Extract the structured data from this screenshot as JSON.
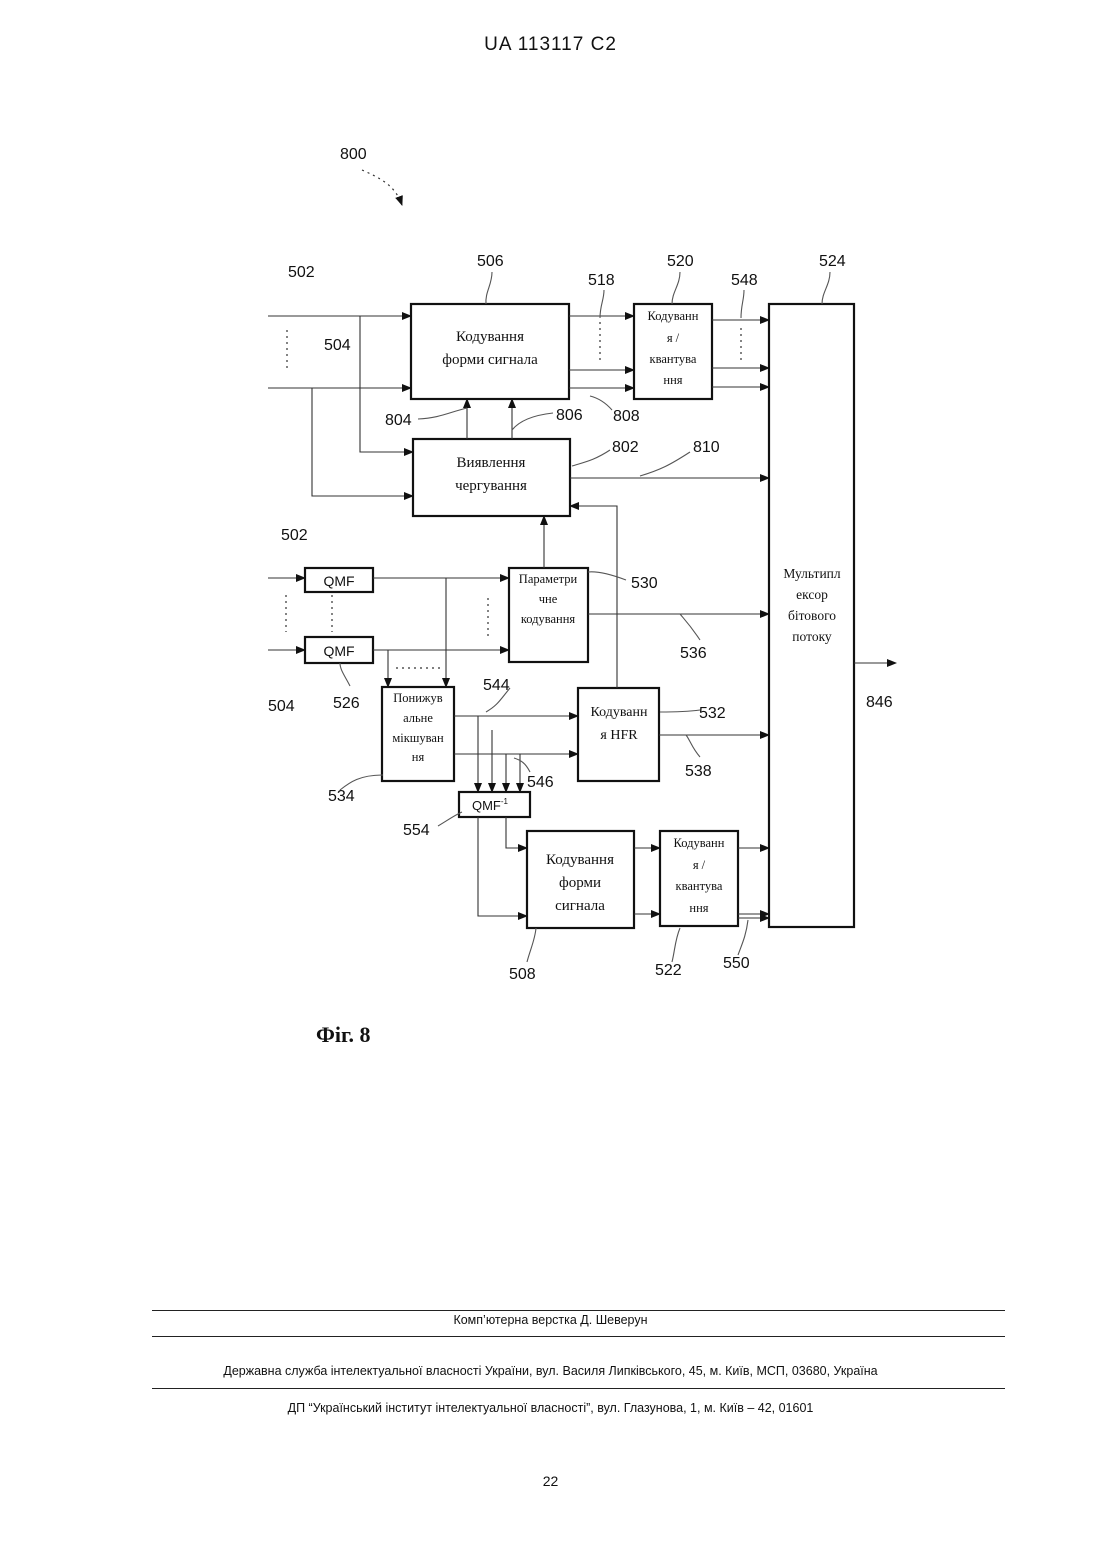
{
  "header": {
    "patent_number": "UA   113117   C2"
  },
  "diagram": {
    "figure_ref": "800",
    "blocks": {
      "waveform_coding_top": [
        "Кодування",
        "форми сигнала"
      ],
      "quant_top": [
        "Кодуванн",
        "я /",
        "квантува",
        "ння"
      ],
      "interleave_detect": [
        "Виявлення",
        "чергування"
      ],
      "parametric": [
        "Параметри",
        "чне",
        "кодування"
      ],
      "qmf_1": "QMF",
      "qmf_2": "QMF",
      "downmix": [
        "Понижув",
        "альне",
        "мікшуван",
        "ня"
      ],
      "hfr": [
        "Кодуванн",
        "я HFR"
      ],
      "qmf_inv": "QMF",
      "qmf_inv_sup": "-1",
      "waveform_coding_bottom": [
        "Кодування",
        "форми",
        "сигнала"
      ],
      "quant_bottom": [
        "Кодуванн",
        "я /",
        "квантува",
        "ння"
      ],
      "mux": [
        "Мультипл",
        "ексор",
        "бітового",
        "потоку"
      ]
    },
    "refs": {
      "r502a": "502",
      "r504a": "504",
      "r506": "506",
      "r518": "518",
      "r520": "520",
      "r548": "548",
      "r524": "524",
      "r804": "804",
      "r806": "806",
      "r808": "808",
      "r802": "802",
      "r810": "810",
      "r502b": "502",
      "r530": "530",
      "r536": "536",
      "r504b": "504",
      "r526": "526",
      "r544": "544",
      "r532": "532",
      "r846": "846",
      "r538": "538",
      "r546": "546",
      "r534": "534",
      "r554": "554",
      "r508": "508",
      "r522": "522",
      "r550": "550"
    }
  },
  "figure_caption": "Фіг. 8",
  "footer": {
    "layout_credit": "Комп’ютерна верстка Д. Шеверун",
    "agency": "Державна служба інтелектуальної власності України, вул. Василя Липківського, 45, м. Київ, МСП, 03680, Україна",
    "institute": "ДП “Український інститут інтелектуальної власності”, вул. Глазунова, 1, м. Київ – 42, 01601"
  },
  "page_number": "22"
}
